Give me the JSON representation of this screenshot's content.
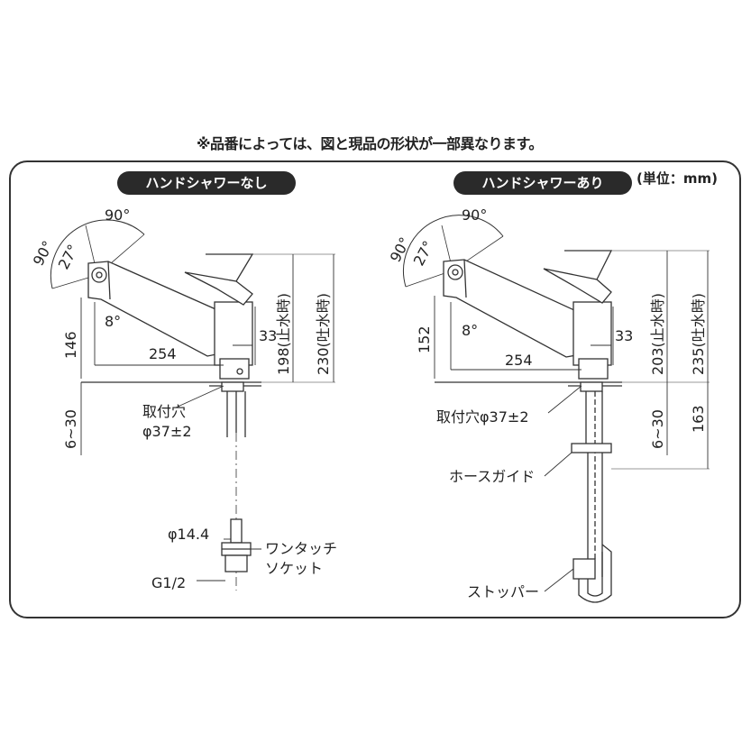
{
  "note": "※品番によっては、図と現品の形状が一部異なります。",
  "unit": "(単位：mm)",
  "left_panel": {
    "title": "ハンドシャワーなし",
    "angle_90a": "90°",
    "angle_90b": "90°",
    "angle_27": "27°",
    "angle_8": "8°",
    "dim_146": "146",
    "dim_254": "254",
    "dim_33": "33",
    "dim_198": "198(止水時)",
    "dim_230": "230(吐水時)",
    "dim_6_30": "6~30",
    "mount_hole_1": "取付穴",
    "mount_hole_2": "φ37±2",
    "dim_14_4": "φ14.4",
    "one_touch_1": "ワンタッチ",
    "one_touch_2": "ソケット",
    "g12": "G1/2"
  },
  "right_panel": {
    "title": "ハンドシャワーあり",
    "angle_90a": "90°",
    "angle_90b": "90°",
    "angle_27": "27°",
    "angle_8": "8°",
    "dim_152": "152",
    "dim_254": "254",
    "dim_33": "33",
    "dim_203": "203(止水時)",
    "dim_235": "235(吐水時)",
    "dim_6_30": "6~30",
    "dim_163": "163",
    "mount_hole": "取付穴φ37±2",
    "hose_guide": "ホースガイド",
    "stopper": "ストッパー"
  }
}
